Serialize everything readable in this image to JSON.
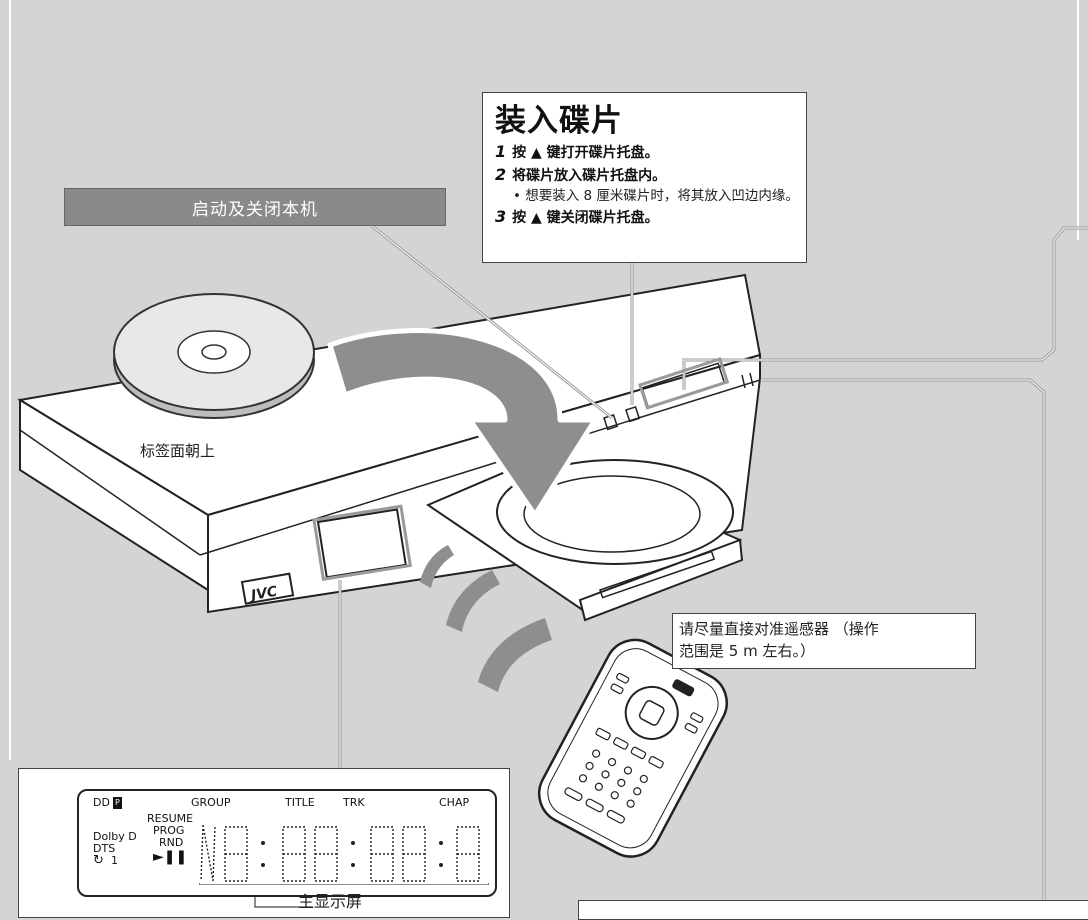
{
  "load_box": {
    "title": "装入碟片",
    "steps": [
      {
        "num": "1",
        "text": "按 ▲ 键打开碟片托盘。"
      },
      {
        "num": "2",
        "text": "将碟片放入碟片托盘内。"
      },
      {
        "num": "3",
        "text": "按 ▲ 键关闭碟片托盘。"
      }
    ],
    "sub_note": "• 想要装入 8  厘米碟片时，将其放入凹边内缘。"
  },
  "power_label": "启动及关闭本机",
  "disc_label": "标签面朝上",
  "remote_note": {
    "line1": "请尽量直接对准遥感器 （操作",
    "line2": "范围是 5 m 左右。）"
  },
  "brand": "JVC",
  "display": {
    "dd": "DD",
    "p_icon": "P",
    "group": "GROUP",
    "title": "TITLE",
    "trk": "TRK",
    "chap": "CHAP",
    "resume": "RESUME",
    "prog": "PROG",
    "rnd": "RND",
    "dolby": "Dolby D",
    "dts": "DTS",
    "repeat_num": "1",
    "caption": "主显示屏"
  },
  "colors": {
    "background": "#d4d4d4",
    "header_bar": "#8a8a8a",
    "line": "#808080"
  }
}
